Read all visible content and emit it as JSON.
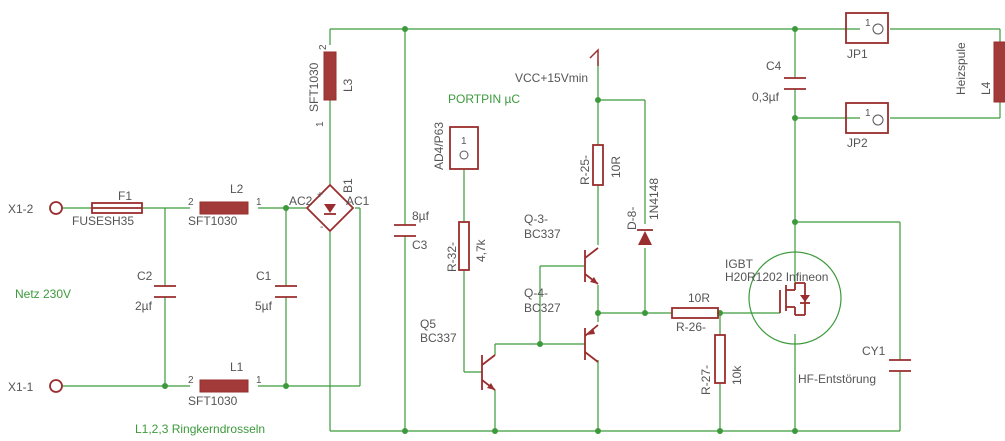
{
  "labels": {
    "x1_2": "X1-2",
    "x1_1": "X1-1",
    "f1": "F1",
    "fusesh35": "FUSESH35",
    "l2": "L2",
    "l2_val": "SFT1030",
    "l1": "L1",
    "l1_val": "SFT1030",
    "l3_val": "SFT1030",
    "l3": "L3",
    "c2": "C2",
    "c2_val": "2µf",
    "c1": "C1",
    "c1_val": "5µf",
    "netz": "Netz 230V",
    "ringkern": "L1,2,3 Ringkerndrosseln",
    "ac2": "AC2",
    "ac1": "AC1",
    "b1": "B1",
    "c3": "C3",
    "c3_val": "8µf",
    "portpin": "PORTPIN µC",
    "ad4": "AD4/P63",
    "r32": "R-32-",
    "r32_val": "4,7k",
    "q5": "Q5",
    "q5_val": "BC337",
    "vcc": "VCC+15Vmin",
    "r25": "R-25-",
    "r25_val": "10R",
    "d8": "D-8-",
    "d8_val": "1N4148",
    "q3": "Q-3-",
    "q3_val": "BC337",
    "q4": "Q-4-",
    "q4_val": "BC327",
    "r26_val": "10R",
    "r26": "R-26-",
    "r27": "R-27-",
    "r27_val": "10k",
    "igbt": "IGBT",
    "igbt_val": "H20R1202 Infineon",
    "c4": "C4",
    "c4_val": "0,3µf",
    "jp1": "JP1",
    "jp2": "JP2",
    "heizspule": "Heizspule",
    "l4": "L4",
    "cy1": "CY1",
    "hf": "HF-Entstörung",
    "pin1": "1",
    "pin2": "2"
  }
}
